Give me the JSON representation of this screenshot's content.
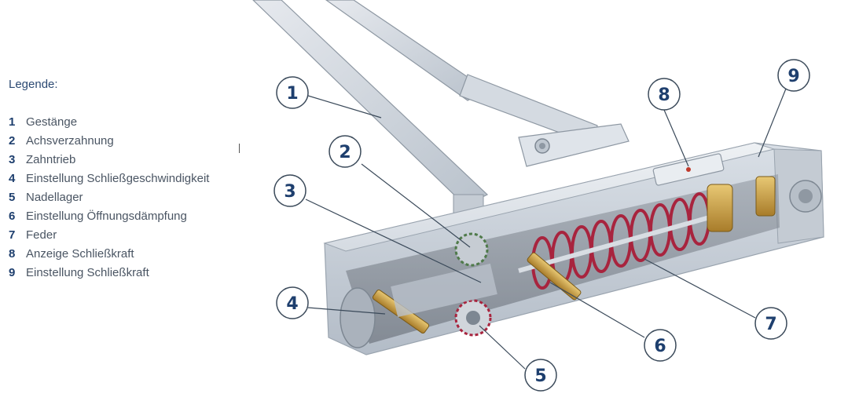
{
  "legend": {
    "title": "Legende:",
    "items": [
      {
        "num": "1",
        "label": "Gestänge"
      },
      {
        "num": "2",
        "label": "Achsverzahnung"
      },
      {
        "num": "3",
        "label": "Zahntrieb"
      },
      {
        "num": "4",
        "label": "Einstellung Schließgeschwindigkeit"
      },
      {
        "num": "5",
        "label": "Nadellager"
      },
      {
        "num": "6",
        "label": "Einstellung Öffnungsdämpfung"
      },
      {
        "num": "7",
        "label": "Feder"
      },
      {
        "num": "8",
        "label": "Anzeige Schließkraft"
      },
      {
        "num": "9",
        "label": "Einstellung Schließkraft"
      }
    ]
  },
  "callouts": [
    "1",
    "2",
    "3",
    "4",
    "5",
    "6",
    "7",
    "8",
    "9"
  ],
  "colors": {
    "heading": "#2c4a73",
    "number": "#1e3f6e",
    "housing": "#cfd6df",
    "spring": "#a8243e",
    "brass": "#c9a04a"
  }
}
